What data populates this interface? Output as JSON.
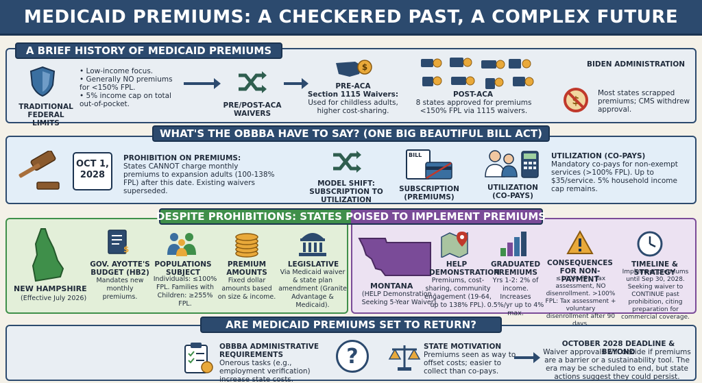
{
  "title": "MEDICAID PREMIUMS: A CHECKERED PAST, A COMPLEX FUTURE",
  "history": {
    "banner": "A BRIEF HISTORY OF MEDICAID PREMIUMS",
    "traditional_label": "TRADITIONAL FEDERAL LIMITS",
    "bullets": [
      "Low-income focus.",
      "Generally NO premiums for <150% FPL.",
      "5% income cap on total out-of-pocket."
    ],
    "waivers_label": "PRE/POST-ACA WAIVERS",
    "pre_aca_title": "PRE-ACA",
    "pre_aca_sub": "Section 1115 Waivers:",
    "pre_aca_desc": "Used for childless adults, higher cost-sharing.",
    "post_aca_title": "POST-ACA",
    "post_aca_desc": "8 states approved for premiums <150% FPL via 1115 waivers.",
    "biden_title": "BIDEN ADMINISTRATION",
    "biden_desc": "Most states scrapped premiums; CMS withdrew approval."
  },
  "obbba": {
    "banner": "WHAT'S THE OBBBA HAVE TO SAY? (ONE BIG BEAUTIFUL BILL ACT)",
    "date": "OCT 1, 2028",
    "prohibition_title": "PROHIBITION ON PREMIUMS:",
    "prohibition_desc": "States CANNOT charge monthly premiums to expansion adults (100-138% FPL) after this date. Existing waivers superseded.",
    "model_shift": "MODEL SHIFT: SUBSCRIPTION TO UTILIZATION",
    "bill_label": "BILL",
    "subscription": "SUBSCRIPTION (PREMIUMS)",
    "utilization": "UTILIZATION (CO-PAYS)",
    "util_title": "UTILIZATION (CO-PAYS)",
    "util_desc": "Mandatory co-pays for non-exempt services (>100% FPL). Up to $35/service. 5% household income cap remains."
  },
  "states": {
    "banner": "DESPITE PROHIBITIONS: STATES POISED TO IMPLEMENT PREMIUMS",
    "nh_name": "NEW HAMPSHIRE",
    "nh_sub": "(Effective July 2026)",
    "nh_items": [
      {
        "title": "GOV. AYOTTE'S BUDGET (HB2)",
        "desc": "Mandates new monthly premiums."
      },
      {
        "title": "POPULATIONS SUBJECT",
        "desc": "Individuals: ≤100% FPL. Families with Children: ≥255% FPL."
      },
      {
        "title": "PREMIUM AMOUNTS",
        "desc": "Fixed dollar amounts based on size & income."
      },
      {
        "title": "LEGISLATIVE",
        "desc": "Via Medicaid waiver & state plan amendment (Granite Advantage & Medicaid)."
      }
    ],
    "mt_name": "MONTANA",
    "mt_sub": "(HELP Demonstration - Seeking 5-Year Waiver)",
    "mt_items": [
      {
        "title": "HELP DEMONSTRATION",
        "desc": "Premiums, cost-sharing, community engagement (19-64, up to 138% FPL)."
      },
      {
        "title": "GRADUATED PREMIUMS",
        "desc": "Yrs 1-2: 2% of income. Increases 0.5%/yr up to 4% max."
      },
      {
        "title": "CONSEQUENCES FOR NON-PAYMENT",
        "desc": "≤100% FPL: Tax assessment, NO disenrollment. >100% FPL: Tax assessment + voluntary disenrollment after 90 days."
      },
      {
        "title": "TIMELINE & STRATEGY",
        "desc": "Implement premiums until Sep 30, 2028. Seeking waiver to CONTINUE past prohibition, citing preparation for commercial coverage."
      }
    ]
  },
  "future": {
    "banner": "ARE MEDICAID PREMIUMS SET TO RETURN?",
    "admin_title": "OBBBA ADMINISTRATIVE REQUIREMENTS",
    "admin_desc": "Onerous tasks (e.g., employment verification) increase state costs.",
    "question_mark": "?",
    "motivation_title": "STATE MOTIVATION",
    "motivation_desc": "Premiums seen as way to offset costs; easier to collect than co-pays.",
    "deadline_title": "OCTOBER 2028 DEADLINE & BEYOND",
    "deadline_desc": "Waiver approvals will decide if premiums are a barrier or a sustainability tool. The era may be scheduled to end, but state actions suggest they could persist."
  }
}
